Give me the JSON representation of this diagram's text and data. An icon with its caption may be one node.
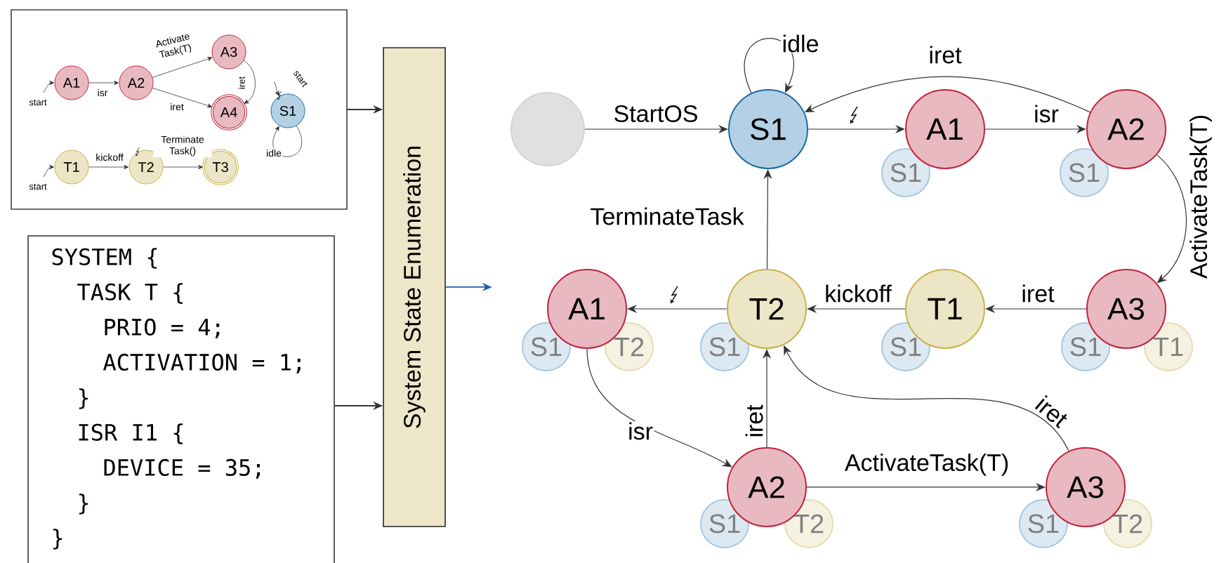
{
  "diagram": {
    "nodes": [
      {
        "text": [],
        "shape": "box"
      },
      {
        "text": [
          "A1"
        ],
        "in": 0
      },
      {
        "text": [
          "A2"
        ],
        "in": 0
      },
      {
        "text": [
          "A3"
        ],
        "in": 0
      },
      {
        "text": [
          "A4"
        ],
        "in": 0
      },
      {
        "text": [
          "S1"
        ],
        "in": 0
      },
      {
        "text": [
          "T1"
        ],
        "in": 0
      },
      {
        "text": [
          "T2"
        ],
        "in": 0
      },
      {
        "text": [
          "T3"
        ],
        "in": 0
      },
      {
        "text": [
          "SYSTEM {",
          "TASK T {",
          "PRIO = 4;",
          "ACTIVATION = 1;",
          "}",
          "ISR I1 {",
          "DEVICE = 35;",
          "}",
          "}"
        ]
      },
      {
        "text": [
          "System State Enumeration"
        ]
      },
      {
        "text": [],
        "shape": "circle"
      },
      {
        "text": [
          "S1"
        ]
      },
      {
        "text": [
          "A1"
        ]
      },
      {
        "text": [
          "S1"
        ]
      },
      {
        "text": [
          "A2"
        ]
      },
      {
        "text": [
          "S1"
        ]
      },
      {
        "text": [
          "A3"
        ]
      },
      {
        "text": [
          "S1"
        ]
      },
      {
        "text": [
          "T1"
        ]
      },
      {
        "text": [
          "T1"
        ]
      },
      {
        "text": [
          "S1"
        ]
      },
      {
        "text": [
          "T2"
        ]
      },
      {
        "text": [
          "S1"
        ]
      },
      {
        "text": [
          "A1"
        ]
      },
      {
        "text": [
          "S1"
        ]
      },
      {
        "text": [
          "T2"
        ]
      },
      {
        "text": [
          "A2"
        ]
      },
      {
        "text": [
          "S1"
        ]
      },
      {
        "text": [
          "T2"
        ]
      },
      {
        "text": [
          "A3"
        ]
      },
      {
        "text": [
          "S1"
        ]
      },
      {
        "text": [
          "T2"
        ]
      }
    ],
    "edges": [
      {
        "from": null,
        "to": 1,
        "arrow": "to",
        "label": "start"
      },
      {
        "from": 1,
        "to": 2,
        "arrow": "to",
        "label": "isr"
      },
      {
        "from": 2,
        "to": 3,
        "arrow": "to",
        "label": "Activate Task(T)"
      },
      {
        "from": 2,
        "to": 4,
        "arrow": "to",
        "label": "iret"
      },
      {
        "from": 3,
        "to": 4,
        "arrow": "to",
        "label": "iret"
      },
      {
        "from": null,
        "to": 5,
        "arrow": "to",
        "label": "start"
      },
      {
        "from": 5,
        "to": 5,
        "arrow": "to",
        "label": "idle"
      },
      {
        "from": null,
        "to": 6,
        "arrow": "to",
        "label": "start"
      },
      {
        "from": 6,
        "to": 7,
        "arrow": "to",
        "label": "kickoff"
      },
      {
        "from": 7,
        "to": 8,
        "arrow": "to",
        "label": "Terminate Task()"
      },
      {
        "from": 0,
        "to": 10,
        "arrow": "to"
      },
      {
        "from": 9,
        "to": 10,
        "arrow": "to"
      },
      {
        "from": 10,
        "to": null,
        "arrow": "to",
        "color": "#1f5fa8"
      },
      {
        "from": 11,
        "to": 12,
        "arrow": "to",
        "label": "StartOS"
      },
      {
        "from": 12,
        "to": 12,
        "arrow": "to",
        "label": "idle"
      },
      {
        "from": 12,
        "to": 13,
        "arrow": "to"
      },
      {
        "from": 13,
        "to": 15,
        "arrow": "to",
        "label": "isr"
      },
      {
        "from": 15,
        "to": 12,
        "arrow": "to",
        "label": "iret"
      },
      {
        "from": 15,
        "to": 17,
        "arrow": "to",
        "label": "ActivateTask(T)"
      },
      {
        "from": 17,
        "to": 20,
        "arrow": "to",
        "label": "iret"
      },
      {
        "from": 20,
        "to": 22,
        "arrow": "to",
        "label": "kickoff"
      },
      {
        "from": 22,
        "to": 12,
        "arrow": "to",
        "label": "TerminateTask"
      },
      {
        "from": 22,
        "to": 24,
        "arrow": "to"
      },
      {
        "from": 24,
        "to": 27,
        "arrow": "to",
        "label": "isr"
      },
      {
        "from": 27,
        "to": 22,
        "arrow": "to",
        "label": "iret"
      },
      {
        "from": 27,
        "to": 30,
        "arrow": "to",
        "label": "ActivateTask(T)"
      },
      {
        "from": 30,
        "to": 22,
        "arrow": "to",
        "label": "iret"
      }
    ]
  }
}
